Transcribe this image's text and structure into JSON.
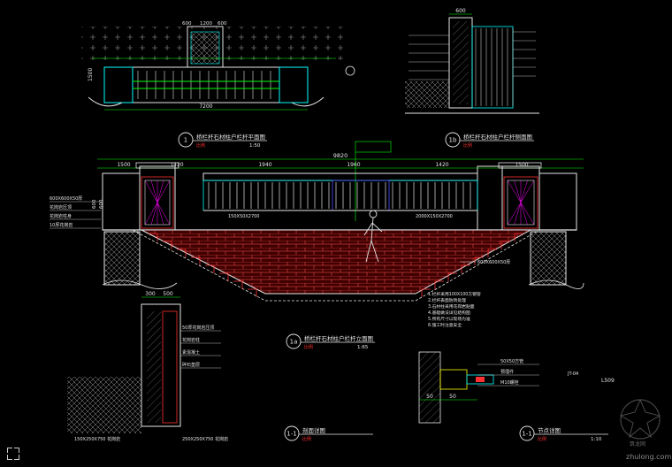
{
  "colors": {
    "background": "#000000",
    "line_white": "#e6e6e6",
    "line_cyan": "#00ffff",
    "line_green": "#00ff00",
    "line_red": "#ff3030",
    "line_magenta": "#ff00ff",
    "line_yellow": "#ffff00",
    "line_blue": "#5050ff"
  },
  "titles": {
    "plan": {
      "number": "1",
      "text": "桥栏杆石材柱户栏杆平面图",
      "scale": "1:50",
      "sub": "比例"
    },
    "side": {
      "number": "1b",
      "text": "桥栏杆石材柱户栏杆侧面图",
      "scale": "",
      "sub": "比例"
    },
    "elevation": {
      "number": "1a",
      "text": "桥栏杆石材柱户栏杆立面图",
      "scale": "1:65",
      "sub": "比例"
    },
    "section": {
      "number": "1-1",
      "text": "剖面详图",
      "scale": "",
      "sub": "比例"
    },
    "node": {
      "number": "1-1",
      "text": "节点详图",
      "scale": "1:10",
      "sub": "比例"
    }
  },
  "dimensions": {
    "plan_top": [
      "600",
      "1200",
      "600"
    ],
    "plan_bottom": [
      "7200"
    ],
    "plan_side": [
      "1500"
    ],
    "side_top": [
      "600"
    ],
    "elev_top": [
      "1500",
      "1420",
      "1940",
      "1960",
      "1420",
      "1500"
    ],
    "elev_overall": "9820",
    "elev_sub": [
      "600",
      "600"
    ],
    "section_top": [
      "300",
      "500"
    ],
    "node_bottom": [
      "50",
      "50"
    ]
  },
  "annotations": {
    "elev_labels": [
      "150X50X2700",
      "2000X150X2700"
    ],
    "elev_left_notes": [
      "600X600X50厚",
      "花岗岩压顶",
      "花岗岩柱身",
      "10厚花岗岩"
    ],
    "elev_right_note": "600X600X50厚",
    "general_notes": [
      "1.栏杆采用100X100方钢管",
      "2.栏杆表面防锈处理",
      "3.石材柱采用花岗岩贴面",
      "4.基础做法详见结构图",
      "5.所有尺寸以现场为准",
      "6.施工时注意安全"
    ],
    "node_labels": [
      "50X50方管",
      "预埋件",
      "M10螺栓"
    ],
    "section_notes": [
      "50厚花岗岩压顶",
      "花岗岩柱",
      "素混凝土",
      "碎石垫层"
    ],
    "section_bottom_notes": [
      "150X250X750 花岗岩",
      "250X250X750 花岗岩"
    ],
    "page_no": "L509",
    "sheet_tag": "JT-04"
  },
  "watermark": {
    "brand": "zhulong.com",
    "label": "筑龙网"
  }
}
